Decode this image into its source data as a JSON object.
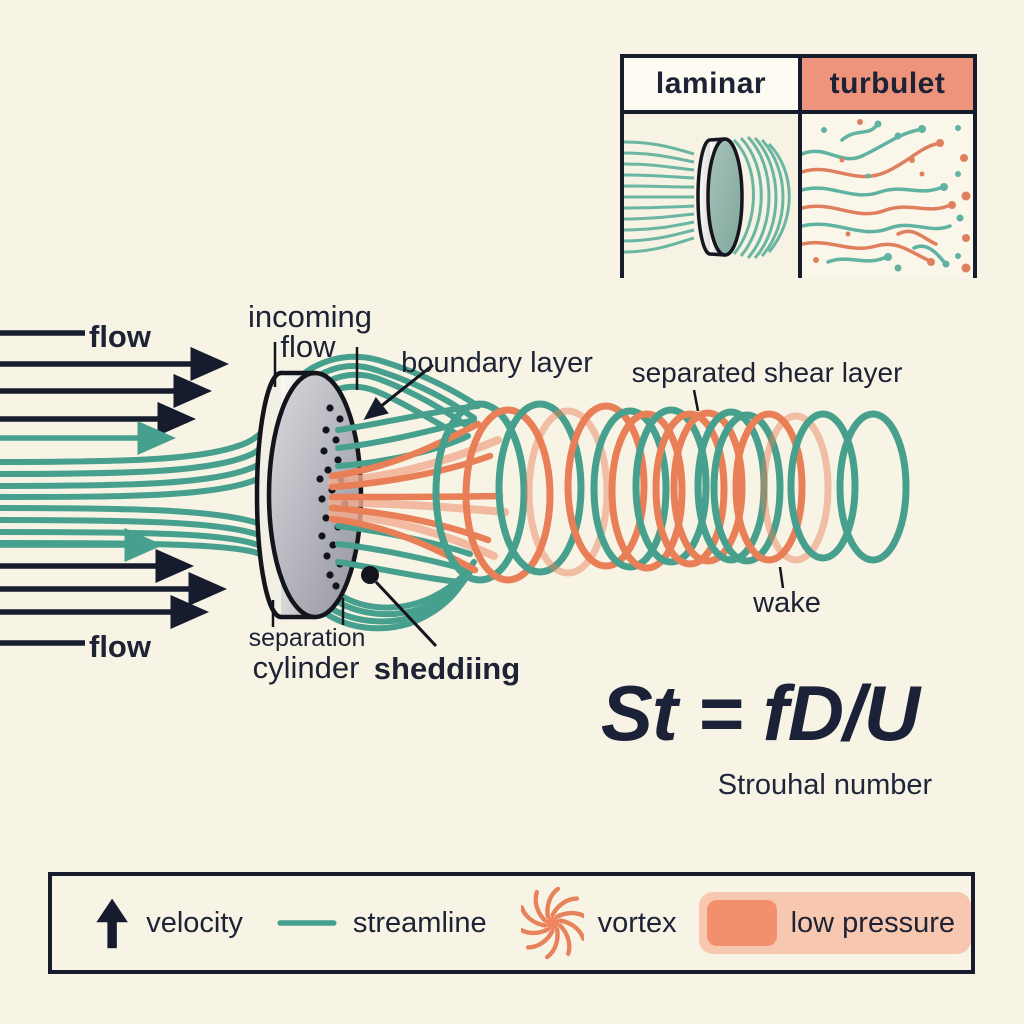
{
  "colors": {
    "background": "#f7f3e5",
    "ink": "#161c2e",
    "teal": "#47a08d",
    "teal_light": "#6ab6a3",
    "orange": "#e87f57",
    "orange_light": "#f3ad92",
    "salmon_header": "#ef947c",
    "chip_light": "#f8c7b0",
    "chip_dark": "#f28f6c",
    "formula_navy": "#1b2238",
    "cylinder_gray": "#9a9aa3"
  },
  "inset": {
    "laminar_label": "laminar",
    "turbulent_label": "turbulet"
  },
  "main_labels": {
    "flow_top": "flow",
    "flow_bottom": "flow",
    "incoming_line1": "incoming",
    "incoming_line2": "flow",
    "boundary_layer": "boundary layer",
    "separated_shear_layer": "separated shear layer",
    "separation": "separation",
    "cylinder": "cylinder",
    "shedding": "sheddiing",
    "wake": "wake"
  },
  "formula": {
    "expression": "St = fD/U",
    "caption": "Strouhal number"
  },
  "legend": {
    "velocity_label": "velocity",
    "streamline_label": "streamline",
    "vortex_label": "vortex",
    "low_pressure_label": "low pressure"
  }
}
